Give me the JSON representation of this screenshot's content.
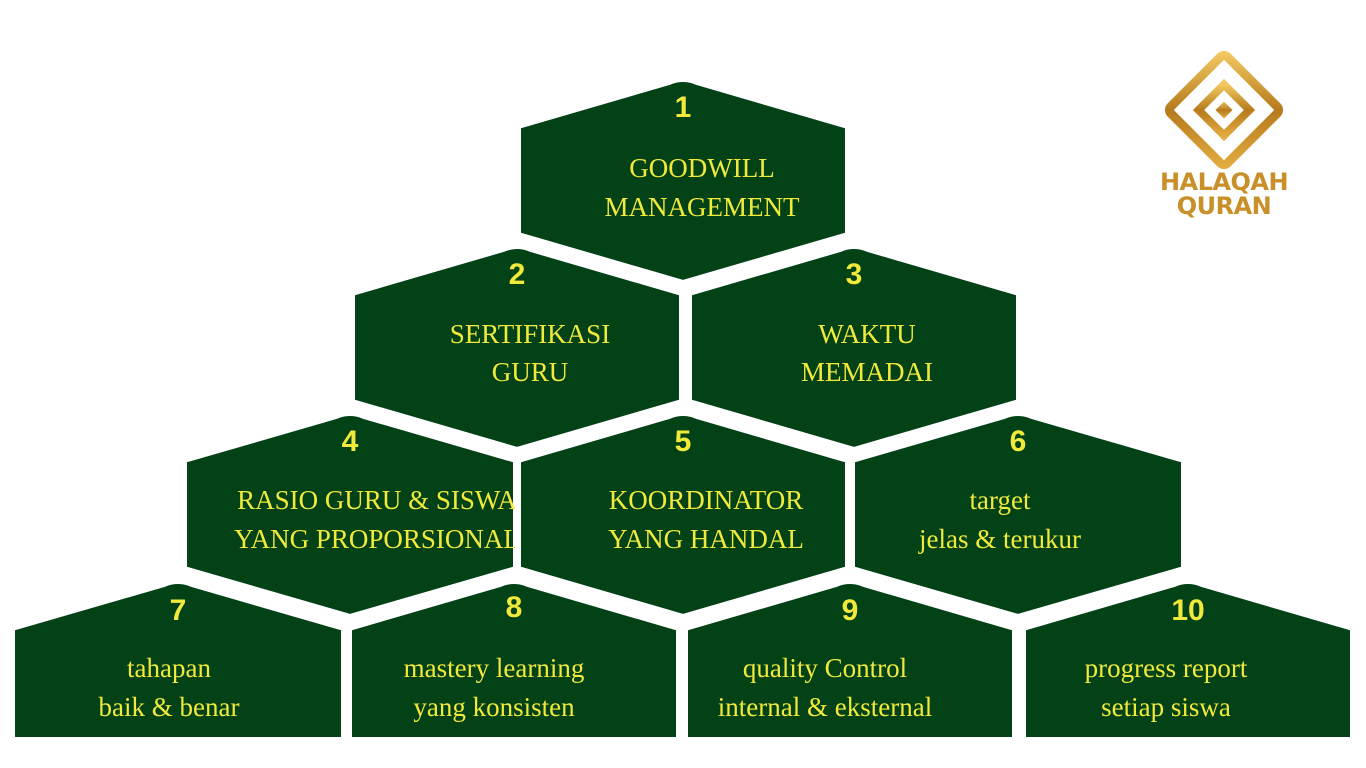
{
  "logo": {
    "line1": "HALAQAH",
    "line2": "QURAN",
    "color": "#c9902a"
  },
  "colors": {
    "hexagon_fill": "#034216",
    "text": "#f2ea3a",
    "background": "#ffffff"
  },
  "items": [
    {
      "number": "1",
      "lines": [
        "GOODWILL",
        "MANAGEMENT"
      ]
    },
    {
      "number": "2",
      "lines": [
        "SERTIFIKASI",
        "GURU"
      ]
    },
    {
      "number": "3",
      "lines": [
        "WAKTU",
        "MEMADAI"
      ]
    },
    {
      "number": "4",
      "lines": [
        "RASIO GURU & SISWA",
        "YANG PROPORSIONAL"
      ]
    },
    {
      "number": "5",
      "lines": [
        "KOORDINATOR",
        "YANG HANDAL"
      ]
    },
    {
      "number": "6",
      "lines": [
        "target",
        "jelas & terukur"
      ]
    },
    {
      "number": "7",
      "lines": [
        "tahapan",
        "baik & benar"
      ]
    },
    {
      "number": "8",
      "lines": [
        "mastery learning",
        "yang konsisten"
      ]
    },
    {
      "number": "9",
      "lines": [
        "quality Control",
        "internal & eksternal"
      ]
    },
    {
      "number": "10",
      "lines": [
        "progress report",
        "setiap siswa"
      ]
    }
  ]
}
